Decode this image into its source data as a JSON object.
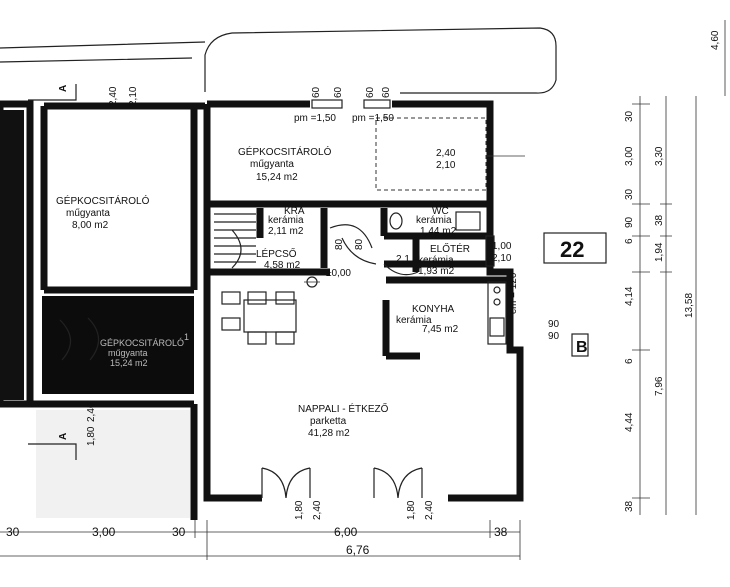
{
  "rooms": {
    "garage_top": {
      "name": "GÉPKOCSITÁROLÓ",
      "floor": "műgyanta",
      "area": "15,24 m2"
    },
    "garage_left": {
      "name": "GÉPKOCSITÁROLÓ",
      "floor": "műgyanta",
      "area": "8,00 m2"
    },
    "kra": {
      "name": "KRA",
      "floor": "kerámia",
      "area": "2,11 m2"
    },
    "wc": {
      "name": "WC",
      "floor": "kerámia",
      "area": "1,44 m2"
    },
    "eloter": {
      "name": "ELŐTÉR",
      "floor": "kerámia",
      "area": "1,93 m2"
    },
    "lepcso": {
      "name": "LÉPCSŐ",
      "area": "4,58 m2"
    },
    "konyha": {
      "name": "KONYHA",
      "floor": "kerámia",
      "area": "7,45 m2"
    },
    "nappali": {
      "name": "NAPPALI - ÉTKEZŐ",
      "floor": "parketta",
      "area": "41,28 m2"
    },
    "dark_room": {
      "name": "GÉPKOCSITÁROLÓ",
      "floor": "műgyanta",
      "area": "15,24 m2"
    }
  },
  "labels": {
    "unit_number": "22",
    "section_a_top": "A",
    "section_a_bottom": "A",
    "section_b": "B",
    "level": "±0,00",
    "pm_left": "pm =1,50",
    "pm_right": "pm =1,50",
    "door_dim_top": "2,40",
    "door_dim_bottom": "2,10",
    "eloter_dim_top": "1,00",
    "eloter_dim_bottom": "2,10",
    "left_door_top": "2,40",
    "left_door_bottom": "2,10",
    "wc_dim": "80",
    "stair_dim": "80",
    "eloter_small": "2,1",
    "kitchen_window": "90",
    "kitchen_window2": "90",
    "kitchen_cm": "cm = 120",
    "win_60_1": "60",
    "win_60_2": "60",
    "win_60_3": "60",
    "win_60_4": "60",
    "door_180_1": "1,80",
    "door_240_1": "2,40",
    "door_180_2": "1,80",
    "door_240_2": "2,40",
    "left_door_240": "2,40",
    "left_door_180": "1,80",
    "dark_1": "1"
  },
  "dims_bottom": {
    "d1": "30",
    "d2": "3,00",
    "d3": "30",
    "d4": "6,00",
    "d5": "38",
    "total": "6,76"
  },
  "dims_right": {
    "col1": [
      "30",
      "3,00",
      "30",
      "90",
      "6",
      "4,14",
      "6",
      "4,44",
      "38"
    ],
    "col2": [
      "3,30",
      "38",
      "1,94",
      "7,96"
    ],
    "col3": "13,58",
    "top": "4,60"
  }
}
